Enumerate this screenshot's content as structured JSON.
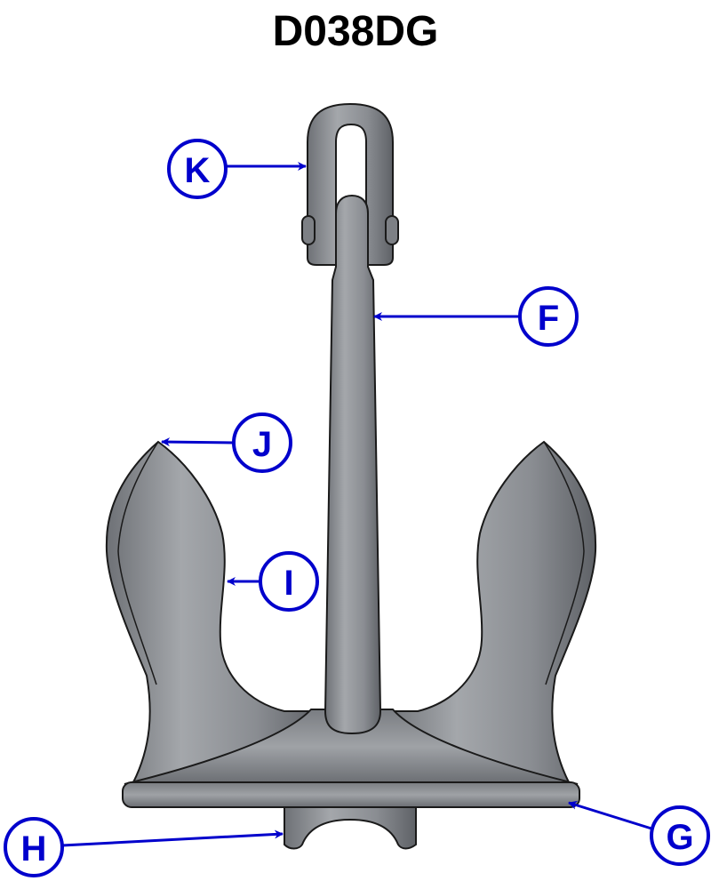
{
  "title": "D038DG",
  "colors": {
    "callout": "#0000cc",
    "metal": "#8a8d92",
    "outline": "#1a1a1a"
  },
  "callouts": [
    {
      "letter": "K",
      "part": "shackle"
    },
    {
      "letter": "F",
      "part": "shank"
    },
    {
      "letter": "J",
      "part": "fluke-tip"
    },
    {
      "letter": "I",
      "part": "fluke"
    },
    {
      "letter": "H",
      "part": "crown-base"
    },
    {
      "letter": "G",
      "part": "crown-plate-edge"
    }
  ]
}
